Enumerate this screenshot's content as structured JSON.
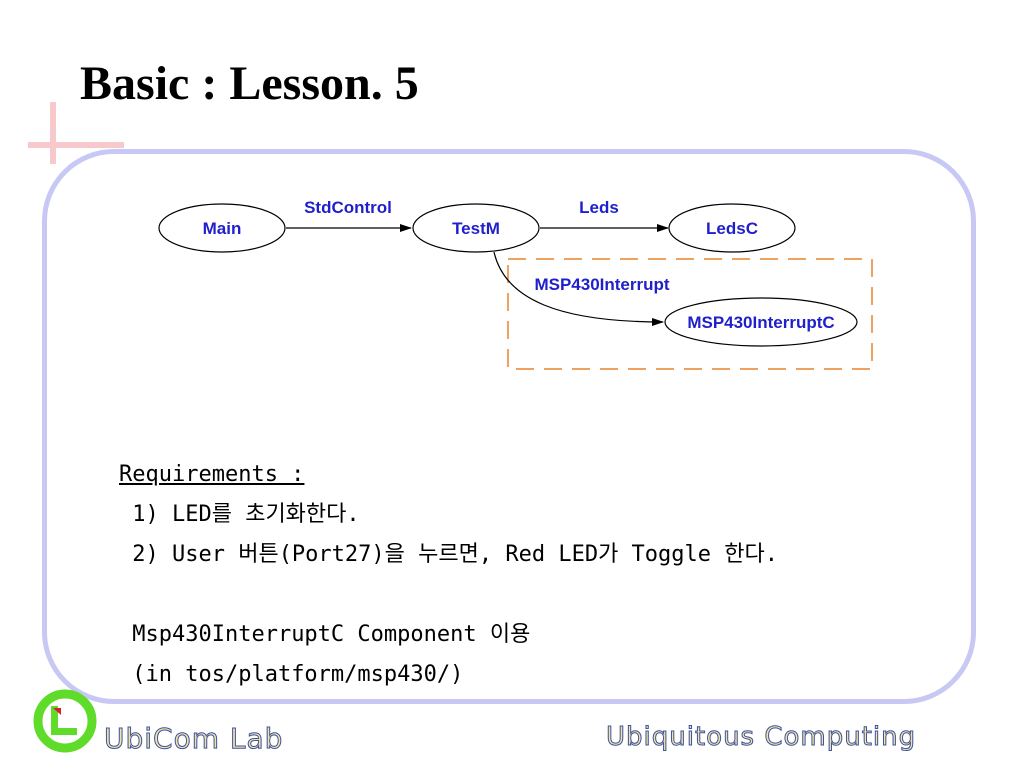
{
  "slide": {
    "title": "Basic : Lesson. 5"
  },
  "diagram": {
    "nodes": {
      "main": "Main",
      "testm": "TestM",
      "ledsc": "LedsC",
      "msp430interruptc": "MSP430InterruptC"
    },
    "edges": {
      "stdcontrol": "StdControl",
      "leds": "Leds",
      "msp430interrupt": "MSP430Interrupt"
    }
  },
  "requirements": {
    "heading": "Requirements :",
    "item1": "1) LED를 초기화한다.",
    "item2": "2) User 버튼(Port27)을 누르면, Red LED가 Toggle 한다.",
    "note1": "Msp430InterruptC Component 이용",
    "note2": "(in tos/platform/msp430/)"
  },
  "footer": {
    "lab": "UbiCom Lab",
    "topic": "Ubiquitous Computing"
  },
  "colors": {
    "panel_border": "#c8c8f4",
    "node_text": "#1f1fcc",
    "dashed_box": "#e8842a",
    "footer_text": "#f5e39a"
  }
}
